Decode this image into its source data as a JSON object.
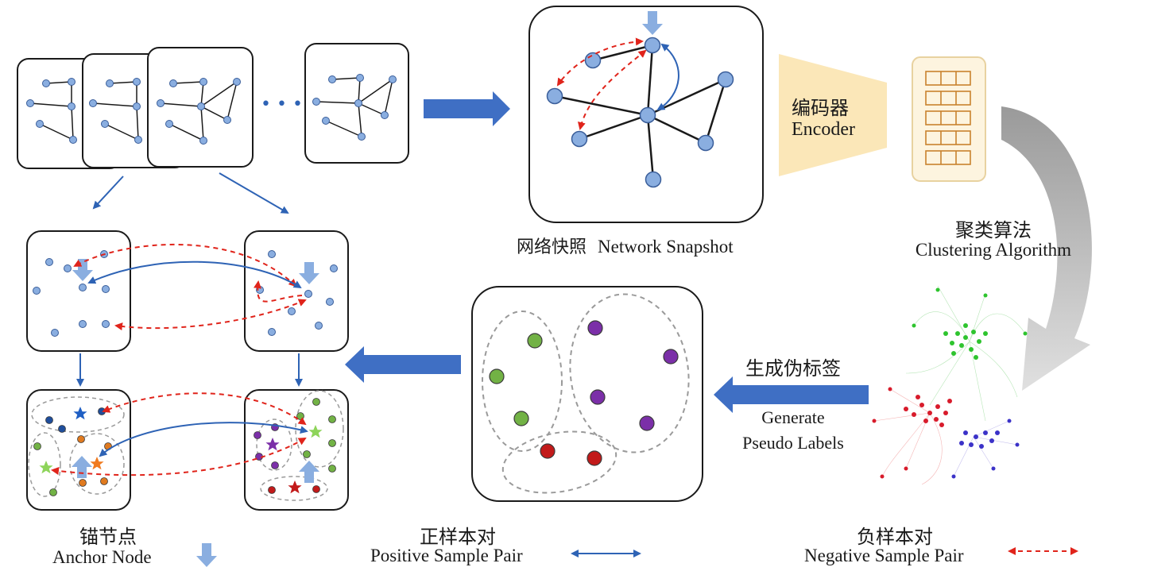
{
  "colors": {
    "edge_blue": "#2e63b5",
    "neg_red": "#e0241b",
    "node_fill": "#8aaee0",
    "node_stroke": "#3a5e9a",
    "big_arrow": "#3f6fc4",
    "light_arrow": "#8aaee0",
    "encoder_fill": "#fbe7b8",
    "matrix_fill": "#fdf4df",
    "matrix_stroke": "#c9822e",
    "cluster_green": "#72b245",
    "cluster_purple": "#7b2fa8",
    "cluster_red": "#c21a1a",
    "gray_arrow": "#b8b8b8"
  },
  "icons": {
    "snapshot_arrow": "blue-block-arrow-icon",
    "anchor_marker": "down-arrow-icon",
    "positive_pair": "double-headed-arrow-icon",
    "negative_pair": "dashed-double-headed-arrow-icon"
  },
  "labels": {
    "ellipsis": "• • •",
    "snapshot_cn": "网络快照",
    "snapshot_en": "Network Snapshot",
    "encoder_cn": "编码器",
    "encoder_en": "Encoder",
    "clustering_cn": "聚类算法",
    "clustering_en": "Clustering Algorithm",
    "pseudo_cn": "生成伪标签",
    "pseudo_en_line1": "Generate",
    "pseudo_en_line2": "Pseudo Labels",
    "anchor_cn": "锚节点",
    "anchor_en": "Anchor Node",
    "positive_cn": "正样本对",
    "positive_en": "Positive Sample Pair",
    "negative_cn": "负样本对",
    "negative_en": "Negative Sample Pair"
  }
}
